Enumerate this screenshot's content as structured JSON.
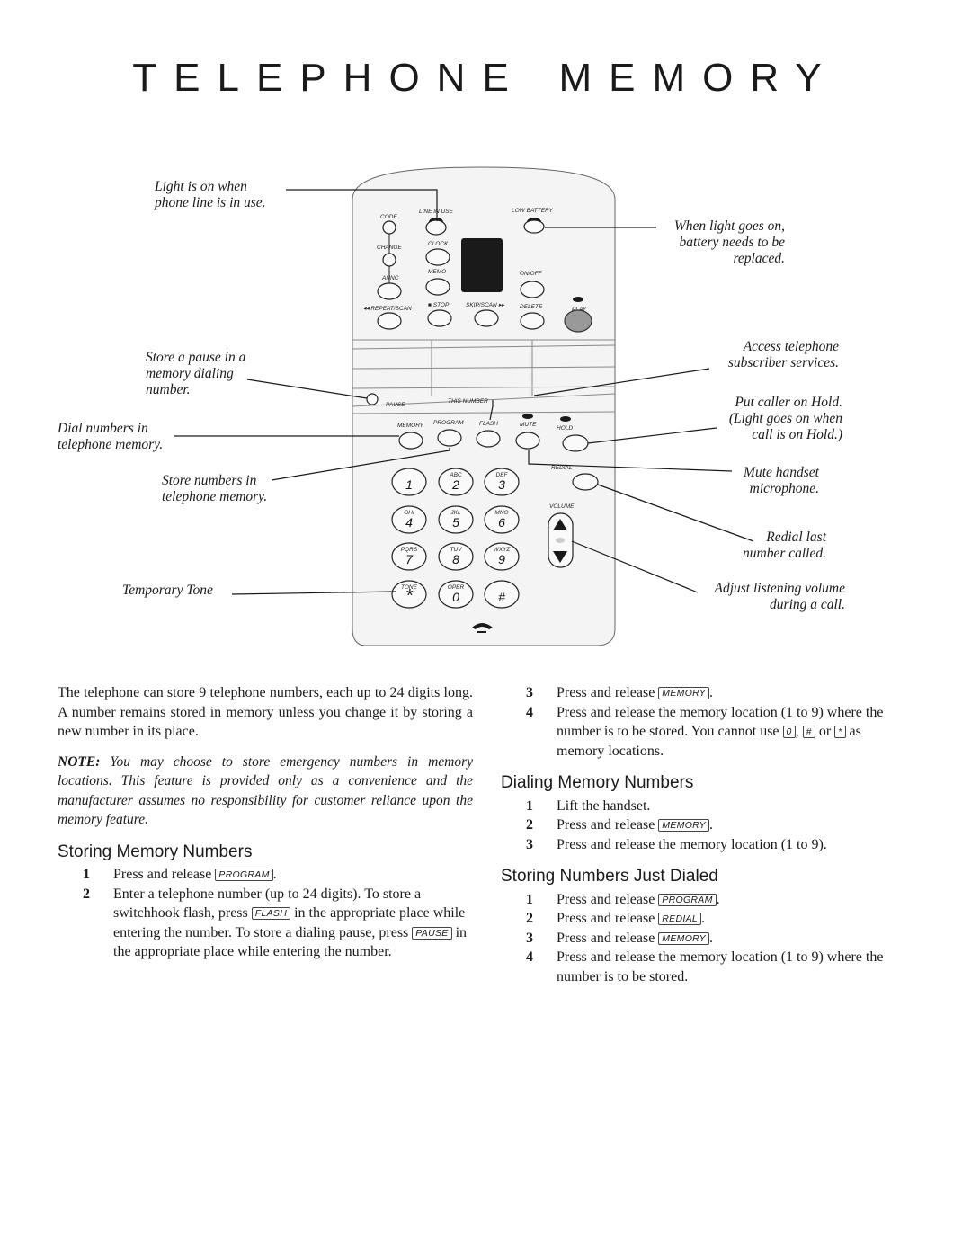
{
  "title": {
    "word1": "TELEPHONE",
    "word2": "MEMORY"
  },
  "callouts": {
    "line_light": [
      "Light is on when",
      "phone line is in use."
    ],
    "battery": [
      "When light goes on,",
      "battery needs to be",
      "replaced."
    ],
    "pause": [
      "Store a pause in a",
      "memory dialing",
      "number."
    ],
    "access": [
      "Access telephone",
      "subscriber services."
    ],
    "dial_numbers": [
      "Dial numbers in",
      "telephone memory."
    ],
    "hold": [
      "Put caller on Hold.",
      "(Light goes on when",
      "call is on  Hold.)"
    ],
    "store_numbers": [
      "Store numbers in",
      "telephone memory."
    ],
    "mute": [
      "Mute handset",
      "microphone."
    ],
    "redial": [
      "Redial last",
      "number called."
    ],
    "tone": [
      "Temporary Tone"
    ],
    "volume": [
      "Adjust listening volume",
      "during a call."
    ]
  },
  "phone": {
    "labels": {
      "code": "CODE",
      "line_in_use": "LINE IN USE",
      "low_battery": "LOW BATTERY",
      "change": "CHANGE",
      "clock": "CLOCK",
      "annc": "ANNC",
      "memo": "MEMO",
      "on_off": "ON/OFF",
      "repeat_scan": "◂◂ REPEAT/SCAN",
      "stop": "■ STOP",
      "skip_scan": "SKIP/SCAN ▸▸",
      "delete": "DELETE",
      "play": "PLAY",
      "pause": "PAUSE",
      "this_number": "THIS NUMBER",
      "memory": "MEMORY",
      "program": "PROGRAM",
      "flash": "FLASH",
      "mute": "MUTE",
      "hold": "HOLD",
      "redial": "REDIAL",
      "volume": "VOLUME"
    },
    "keys": [
      {
        "sub": "",
        "main": "1"
      },
      {
        "sub": "ABC",
        "main": "2"
      },
      {
        "sub": "DEF",
        "main": "3"
      },
      {
        "sub": "GHI",
        "main": "4"
      },
      {
        "sub": "JKL",
        "main": "5"
      },
      {
        "sub": "MNO",
        "main": "6"
      },
      {
        "sub": "PQRS",
        "main": "7"
      },
      {
        "sub": "TUV",
        "main": "8"
      },
      {
        "sub": "WXYZ",
        "main": "9"
      },
      {
        "sub": "TONE",
        "main": "*"
      },
      {
        "sub": "OPER",
        "main": "0"
      },
      {
        "sub": "",
        "main": "#"
      }
    ]
  },
  "intro": "The telephone can store 9 telephone numbers, each up to 24 digits long. A number remains stored in memory unless you change it by storing a new number in its place.",
  "note": {
    "label": "NOTE:",
    "text": " You may choose to store emergency numbers in memory locations. This feature is provided only as a convenience and the manufacturer assumes no responsibility for customer reliance upon the memory feature."
  },
  "storing": {
    "heading": "Storing Memory Numbers",
    "s1": {
      "n": "1",
      "a": "Press and release ",
      "key": "PROGRAM",
      "b": "."
    },
    "s2": {
      "n": "2",
      "a": "Enter a telephone number (up to 24 digits).  To store a switchhook flash, press ",
      "key1": "FLASH",
      "b": " in the appropriate place while entering the number.  To store a dialing pause, press ",
      "key2": "PAUSE",
      "c": " in the appropriate place while entering the number."
    }
  },
  "right_steps": {
    "s3": {
      "n": "3",
      "a": "Press and release ",
      "key": "MEMORY",
      "b": "."
    },
    "s4": {
      "n": "4",
      "a": "Press and release the memory location (1 to 9) where the number is to be stored.  You cannot use ",
      "k0": "0",
      "sep1": ", ",
      "k1": "#",
      "sep2": " or ",
      "k2": "*",
      "b": " as memory locations."
    }
  },
  "dialing": {
    "heading": "Dialing Memory Numbers",
    "s1": {
      "n": "1",
      "text": "Lift the handset."
    },
    "s2": {
      "n": "2",
      "a": "Press and release ",
      "key": "MEMORY",
      "b": "."
    },
    "s3": {
      "n": "3",
      "text": "Press and release the memory location (1 to 9)."
    }
  },
  "just_dialed": {
    "heading": "Storing Numbers Just Dialed",
    "s1": {
      "n": "1",
      "a": "Press and release ",
      "key": "PROGRAM",
      "b": "."
    },
    "s2": {
      "n": "2",
      "a": "Press and release ",
      "key": "REDIAL",
      "b": "."
    },
    "s3": {
      "n": "3",
      "a": "Press and release ",
      "key": "MEMORY",
      "b": "."
    },
    "s4": {
      "n": "4",
      "text": "Press and release the memory location (1 to 9) where the number is to be stored."
    }
  }
}
